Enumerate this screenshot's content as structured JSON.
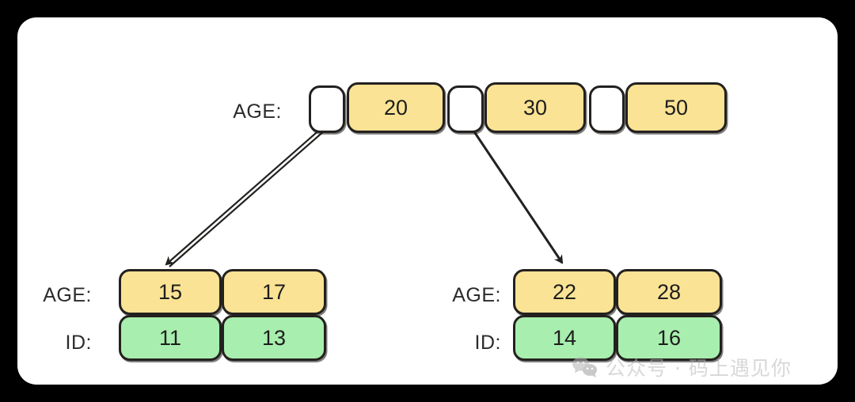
{
  "diagram": {
    "type": "b-plus-tree",
    "title": "",
    "colors": {
      "key_fill": "#fae394",
      "id_fill": "#a8eeae",
      "pointer_fill": "#ffffff",
      "stroke": "#23211f",
      "card_bg": "#ffffff",
      "page_bg": "#000000",
      "text": "#1d1d1d"
    },
    "root": {
      "label": "AGE:",
      "cells": [
        {
          "kind": "pointer",
          "value": ""
        },
        {
          "kind": "key",
          "value": "20"
        },
        {
          "kind": "pointer",
          "value": ""
        },
        {
          "kind": "key",
          "value": "30"
        },
        {
          "kind": "pointer",
          "value": ""
        },
        {
          "kind": "key",
          "value": "50"
        }
      ]
    },
    "leaves": [
      {
        "name": "left-leaf",
        "age_label": "AGE:",
        "id_label": "ID:",
        "ages": [
          "15",
          "17"
        ],
        "ids": [
          "11",
          "13"
        ]
      },
      {
        "name": "right-leaf",
        "age_label": "AGE:",
        "id_label": "ID:",
        "ages": [
          "22",
          "28"
        ],
        "ids": [
          "14",
          "16"
        ]
      }
    ],
    "arrows": [
      {
        "name": "root-to-left-leaf",
        "from": "root-pointer-0",
        "to": "left-leaf"
      },
      {
        "name": "root-to-right-leaf",
        "from": "root-pointer-1",
        "to": "right-leaf"
      }
    ]
  },
  "watermark": {
    "icon": "wechat-icon",
    "text": "公众号 · 码上遇见你"
  }
}
